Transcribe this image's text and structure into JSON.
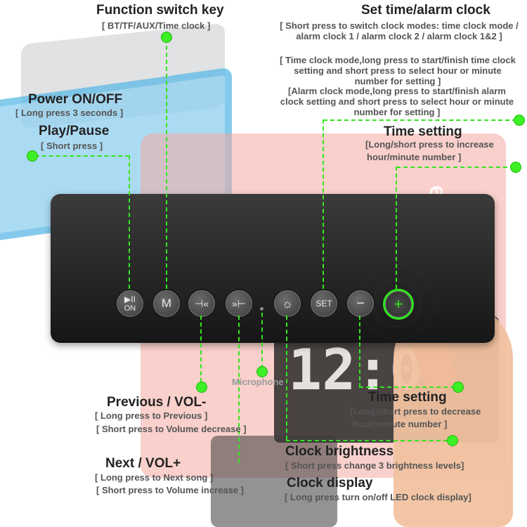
{
  "colors": {
    "accent": "#3df025",
    "device": "#222222",
    "heading": "#222222",
    "detail": "#555555"
  },
  "background": {
    "brand_text": "ewinner",
    "clock_digits": "12:0"
  },
  "device": {
    "buttons": [
      {
        "name": "play-pause-on",
        "glyph": "▶II",
        "sub": "ON",
        "icon": "play-pause-icon"
      },
      {
        "name": "mode",
        "glyph": "M",
        "icon": "mode-icon"
      },
      {
        "name": "previous",
        "glyph": "⊣«",
        "icon": "previous-icon"
      },
      {
        "name": "next",
        "glyph": "»⊢",
        "icon": "next-icon"
      },
      {
        "name": "brightness",
        "glyph": "☼",
        "icon": "brightness-icon"
      },
      {
        "name": "set",
        "glyph": "SET",
        "icon": "set-icon"
      },
      {
        "name": "minus",
        "glyph": "−",
        "icon": "minus-icon"
      },
      {
        "name": "plus",
        "glyph": "+",
        "icon": "plus-icon"
      }
    ]
  },
  "callouts": {
    "function_switch": {
      "title": "Function switch key",
      "detail": "[ BT/TF/AUX/Time clock ]"
    },
    "set_time": {
      "title": "Set time/alarm clock",
      "detail1": "[ Short press to switch clock modes: time clock mode / alarm clock 1 / alarm clock 2 / alarm clock 1&2 ]",
      "detail2": "[ Time clock mode,long press to start/finish time clock setting and short press to select hour or minute number for setting ]",
      "detail3": "[Alarm clock mode,long press to start/finish alarm clock setting and short press to select hour or minute number for setting ]"
    },
    "power": {
      "title": "Power ON/OFF",
      "detail": "[ Long press 3 seconds ]"
    },
    "play_pause": {
      "title": "Play/Pause",
      "detail": "[ Short press ]"
    },
    "time_setting_plus": {
      "title": "Time setting",
      "detail1": "[Long/short press to increase",
      "detail2": "hour/minute number ]"
    },
    "microphone": {
      "label": "Microphone"
    },
    "previous": {
      "title": "Previous / VOL-",
      "detail1": "[ Long press to Previous ]",
      "detail2": "[ Short press to Volume decrease ]"
    },
    "time_setting_minus": {
      "title": "Time setting",
      "detail1": "[Long/short press to decrease",
      "detail2": "hour/minute number ]"
    },
    "next": {
      "title": "Next / VOL+",
      "detail1": "[ Long press to Next song ]",
      "detail2": "[ Short press to Volume increase ]"
    },
    "clock_brightness": {
      "title": "Clock brightness",
      "detail": "[ Short press change 3 brightness levels]"
    },
    "clock_display": {
      "title": "Clock display",
      "detail": "[ Long press turn on/off LED clock display]"
    }
  }
}
